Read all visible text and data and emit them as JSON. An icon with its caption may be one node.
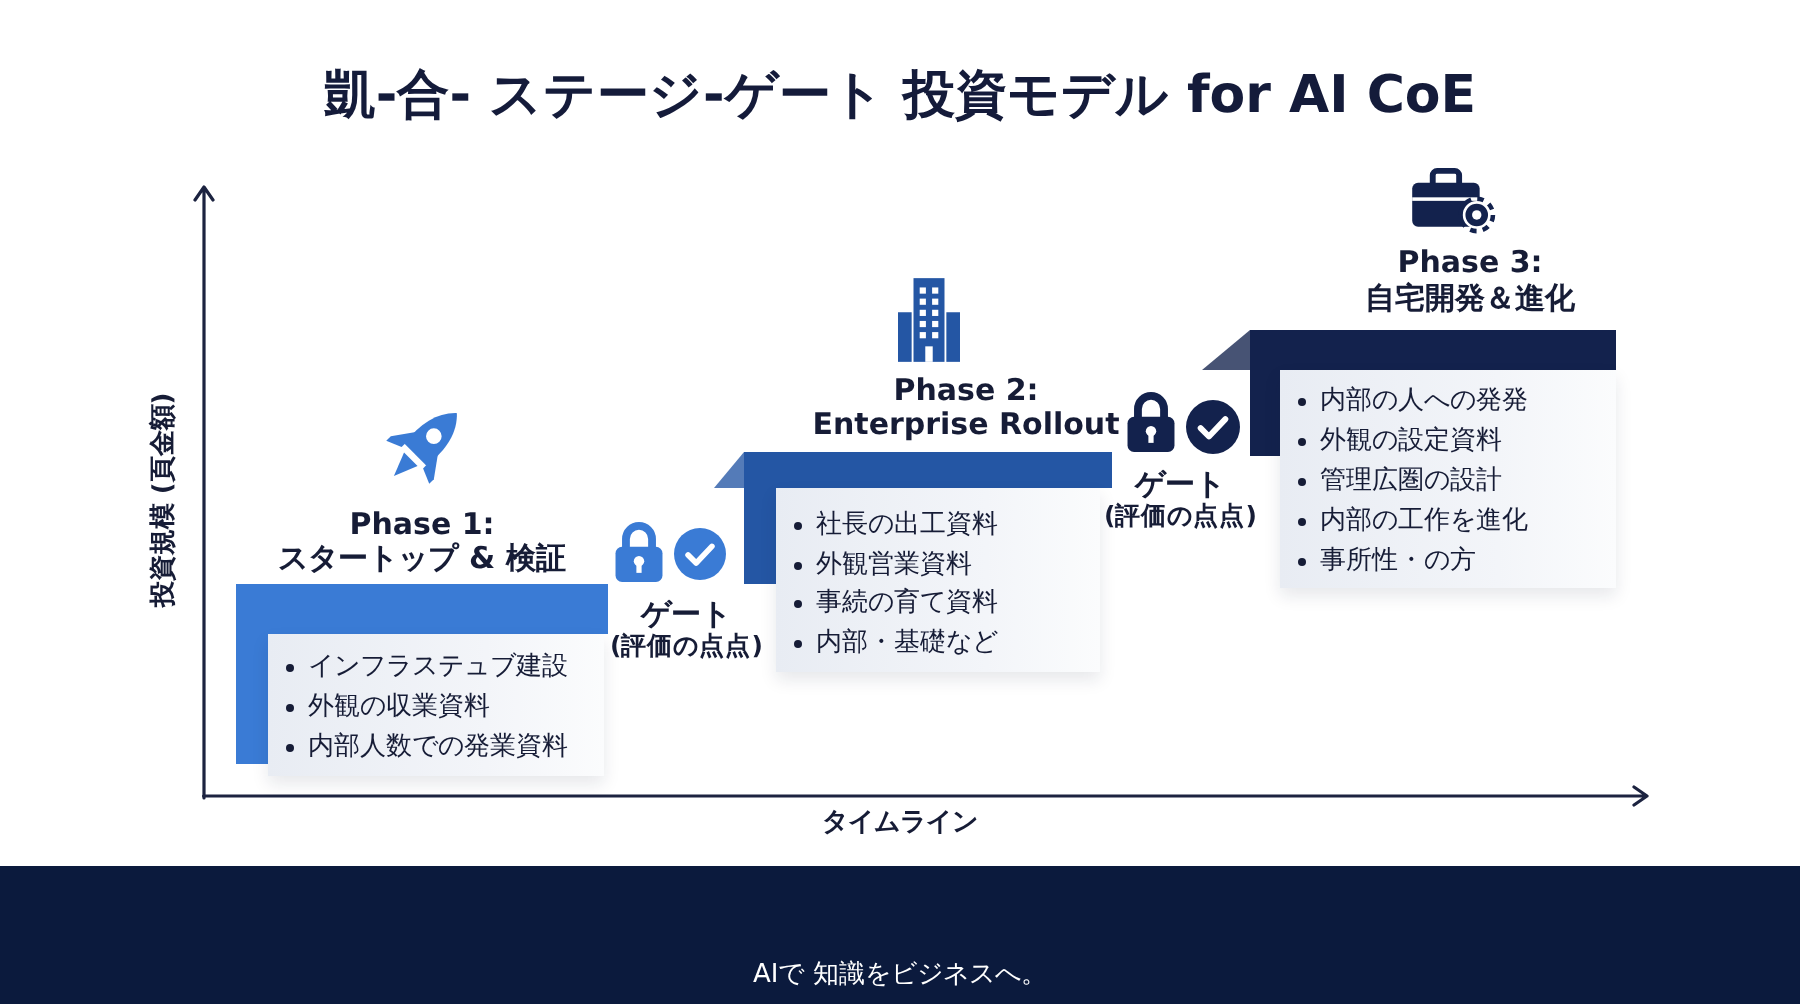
{
  "diagram": {
    "title": "凱-合- ステージ-ゲート 投資モデル for AI CoE",
    "nodes": [
      {
        "text": [
          "Phase 1: スタートップ & 検証",
          "インフラステュブ建設",
          "外観の収業資料",
          "内部人数での発業資料"
        ]
      },
      {
        "text": [
          "Phase 2: Enterprise Rollout",
          "社長の出工資料",
          "外観営業資料",
          "事続の育て資料",
          "内部・基礎など"
        ]
      },
      {
        "text": [
          "Phase 3: 自宅開発＆進化",
          "内部の人への発発",
          "外観の設定資料",
          "管理広圏の設計",
          "内部の工作を進化",
          "事所性・の方"
        ]
      }
    ],
    "labels": [
      "投資規模 (頁金額)",
      "ゲート (評価の点点)",
      "ゲート (評価の点点)",
      "タイムライン",
      "AIで 知識をビジネスへ。"
    ]
  }
}
